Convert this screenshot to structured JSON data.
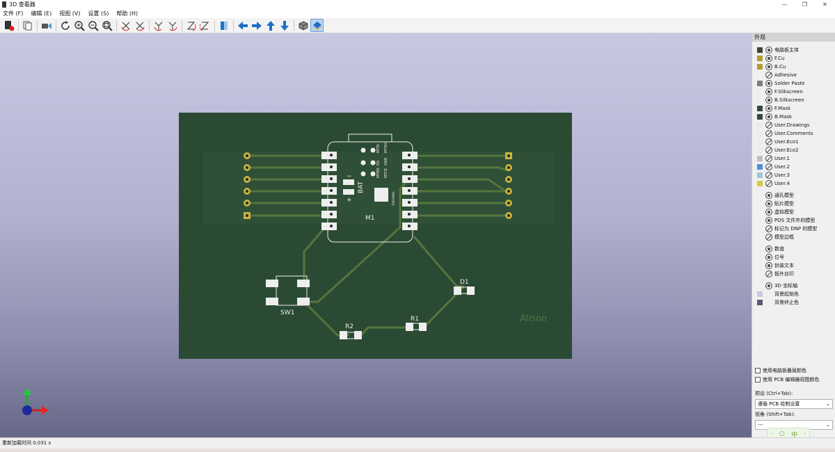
{
  "window": {
    "title": "3D 查看器",
    "controls": [
      "—",
      "❐",
      "✕"
    ]
  },
  "menu": [
    "文件 (F)",
    "编辑 (E)",
    "视图 (V)",
    "设置 (S)",
    "帮助 (H)"
  ],
  "toolbar": {
    "buttons": [
      "render-raytrace",
      "copy-image",
      "camera",
      "reload",
      "zoom-in",
      "zoom-out",
      "zoom-fit",
      "rotate-x-cw",
      "rotate-x-ccw",
      "rotate-y-cw",
      "rotate-y-ccw",
      "rotate-z-cw",
      "rotate-z-ccw",
      "flip-board",
      "move-left",
      "move-right",
      "move-up",
      "move-down",
      "orthographic",
      "layers-toggle"
    ]
  },
  "colors": {
    "board": "#2b4a33",
    "track": "#55763d",
    "pad": "#f2f2f2",
    "silk": "#f2f2f2",
    "gold": "#c8b23c",
    "accent_arrow": "#1f6fc4"
  },
  "pcb": {
    "refs": {
      "m1": "M1",
      "sw1": "SW1",
      "r1": "R1",
      "r2": "R2",
      "d1": "D1"
    },
    "labels": {
      "bat": "BAT",
      "minus": "−",
      "plus": "+",
      "thermal": "THERMAL",
      "name": "Alison"
    },
    "module_pins": [
      "MTDI",
      "MTDO",
      "EN",
      "GND",
      "MTMS",
      "MTCK"
    ]
  },
  "panel": {
    "header": "外观",
    "layers": [
      {
        "name": "电路板主体",
        "color": "#45412f",
        "vis": "on"
      },
      {
        "name": "F.Cu",
        "color": "#b49a32",
        "vis": "on"
      },
      {
        "name": "B.Cu",
        "color": "#b49a32",
        "vis": "on"
      },
      {
        "name": "Adhesive",
        "color": "",
        "vis": "off"
      },
      {
        "name": "Solder Paste",
        "color": "#7d7d7d",
        "vis": "on"
      },
      {
        "name": "F.Silkscreen",
        "color": "#eeeeee",
        "vis": "on"
      },
      {
        "name": "B.Silkscreen",
        "color": "#eeeeee",
        "vis": "on"
      },
      {
        "name": "F.Mask",
        "color": "#2f4a3a",
        "vis": "on"
      },
      {
        "name": "B.Mask",
        "color": "#2f4a3a",
        "vis": "on"
      },
      {
        "name": "User.Drawings",
        "color": "check",
        "vis": "off"
      },
      {
        "name": "User.Comments",
        "color": "check",
        "vis": "off"
      },
      {
        "name": "User.Eco1",
        "color": "check",
        "vis": "off"
      },
      {
        "name": "User.Eco2",
        "color": "check",
        "vis": "off"
      },
      {
        "name": "User.1",
        "color": "#bdbdbd",
        "vis": "off"
      },
      {
        "name": "User.2",
        "color": "#4f8fd8",
        "vis": "off"
      },
      {
        "name": "User.3",
        "color": "#9fc7d8",
        "vis": "off"
      },
      {
        "name": "User.4",
        "color": "#d3c94a",
        "vis": "off"
      }
    ],
    "models": [
      {
        "name": "通孔模型",
        "vis": "on"
      },
      {
        "name": "贴片模型",
        "vis": "on"
      },
      {
        "name": "虚拟模型",
        "vis": "on"
      },
      {
        "name": "POS 文件外的模型",
        "vis": "on"
      },
      {
        "name": "标记为 DNP 的模型",
        "vis": "off"
      },
      {
        "name": "模型边框",
        "vis": "off"
      }
    ],
    "texts": [
      {
        "name": "数值",
        "vis": "on"
      },
      {
        "name": "位号",
        "vis": "on"
      },
      {
        "name": "封装文本",
        "vis": "on"
      },
      {
        "name": "板外丝印",
        "vis": "off"
      }
    ],
    "others": [
      {
        "name": "3D 坐标轴",
        "color": "",
        "vis": "on"
      },
      {
        "name": "背景起始色",
        "color": "#c9c9e4",
        "vis": ""
      },
      {
        "name": "背景终止色",
        "color": "#5a5a78",
        "vis": ""
      }
    ],
    "checkboxes": [
      "使用电路板叠层颜色",
      "使用 PCB 编辑器视图颜色"
    ],
    "preset_label": "预设 (Ctrl+Tab):",
    "preset_value": "遵循 PCB 绘制设置",
    "view_label": "视角 (Shift+Tab):",
    "view_value": "---"
  },
  "ime": [
    "·",
    "○",
    "中",
    "·"
  ],
  "status": {
    "text": "重新加载时间 0.031 s"
  }
}
